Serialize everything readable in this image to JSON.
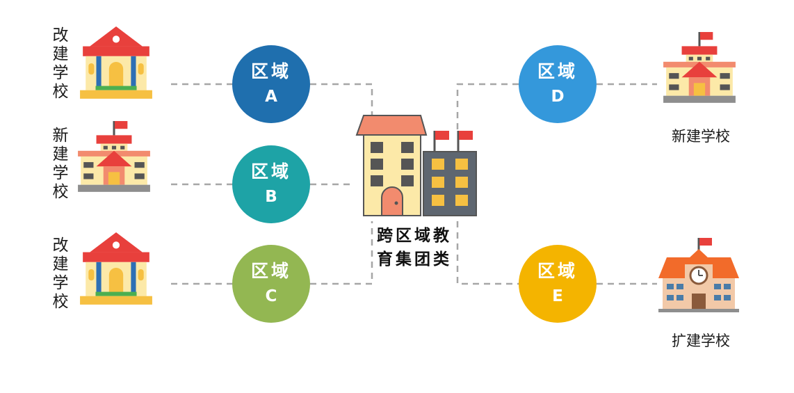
{
  "center": {
    "line1": "跨区域教",
    "line2": "育集团类"
  },
  "regions": [
    {
      "zh": "区域",
      "code": "A",
      "color": "#1F6FAE"
    },
    {
      "zh": "区域",
      "code": "B",
      "color": "#1EA3A6"
    },
    {
      "zh": "区域",
      "code": "C",
      "color": "#93B752"
    },
    {
      "zh": "区域",
      "code": "D",
      "color": "#3498DB"
    },
    {
      "zh": "区域",
      "code": "E",
      "color": "#F4B400"
    }
  ],
  "schools_left": [
    {
      "label": "改建学校",
      "icon": "classical-school-icon"
    },
    {
      "label": "新建学校",
      "icon": "modern-school-icon"
    },
    {
      "label": "改建学校",
      "icon": "classical-school-icon"
    }
  ],
  "schools_right": [
    {
      "label": "新建学校",
      "icon": "modern-school-icon"
    },
    {
      "label": "扩建学校",
      "icon": "clock-school-icon"
    }
  ],
  "colors": {
    "connector": "#A6A6A6"
  }
}
